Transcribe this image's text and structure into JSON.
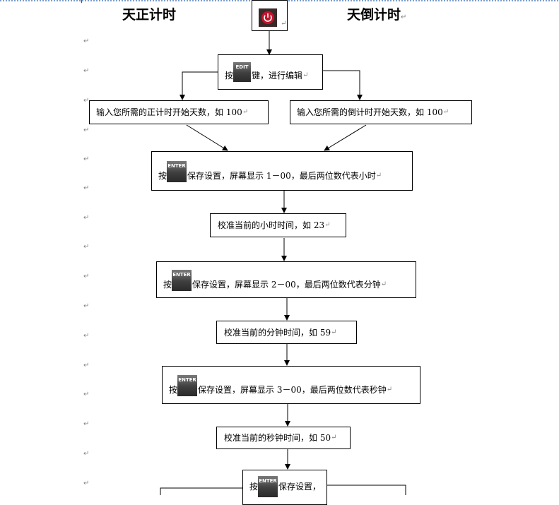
{
  "headings": {
    "left": "天正计时",
    "right": "天倒计时"
  },
  "paragraph_mark": "↵",
  "corner_mark": "╹",
  "keys": {
    "edit": "EDIT",
    "enter": "ENTER"
  },
  "icons": {
    "power": "power-icon"
  },
  "colors": {
    "power_red": "#c0162c",
    "key_dark": "#3f3f3f",
    "page_line": "#7a9cc8"
  },
  "flow": {
    "step1": {
      "prefix": "按",
      "suffix": "键，进行编辑"
    },
    "step2_left": "输入您所需的正计时开始天数，如 100",
    "step2_right": "输入您所需的倒计时开始天数，如 100",
    "step3": {
      "prefix": "按",
      "suffix": "保存设置，屏幕显示 1－00，最后两位数代表小时"
    },
    "step4": "校准当前的小时时间，如 23",
    "step5": {
      "prefix": "按",
      "suffix": "保存设置，屏幕显示 2－00，最后两位数代表分钟"
    },
    "step6": "校准当前的分钟时间，如 59",
    "step7": {
      "prefix": "按",
      "suffix": "保存设置，屏幕显示 3－00，最后两位数代表秒钟"
    },
    "step8": "校准当前的秒钟时间，如 50",
    "step9": {
      "prefix": "按",
      "suffix": "保存设置，"
    }
  }
}
